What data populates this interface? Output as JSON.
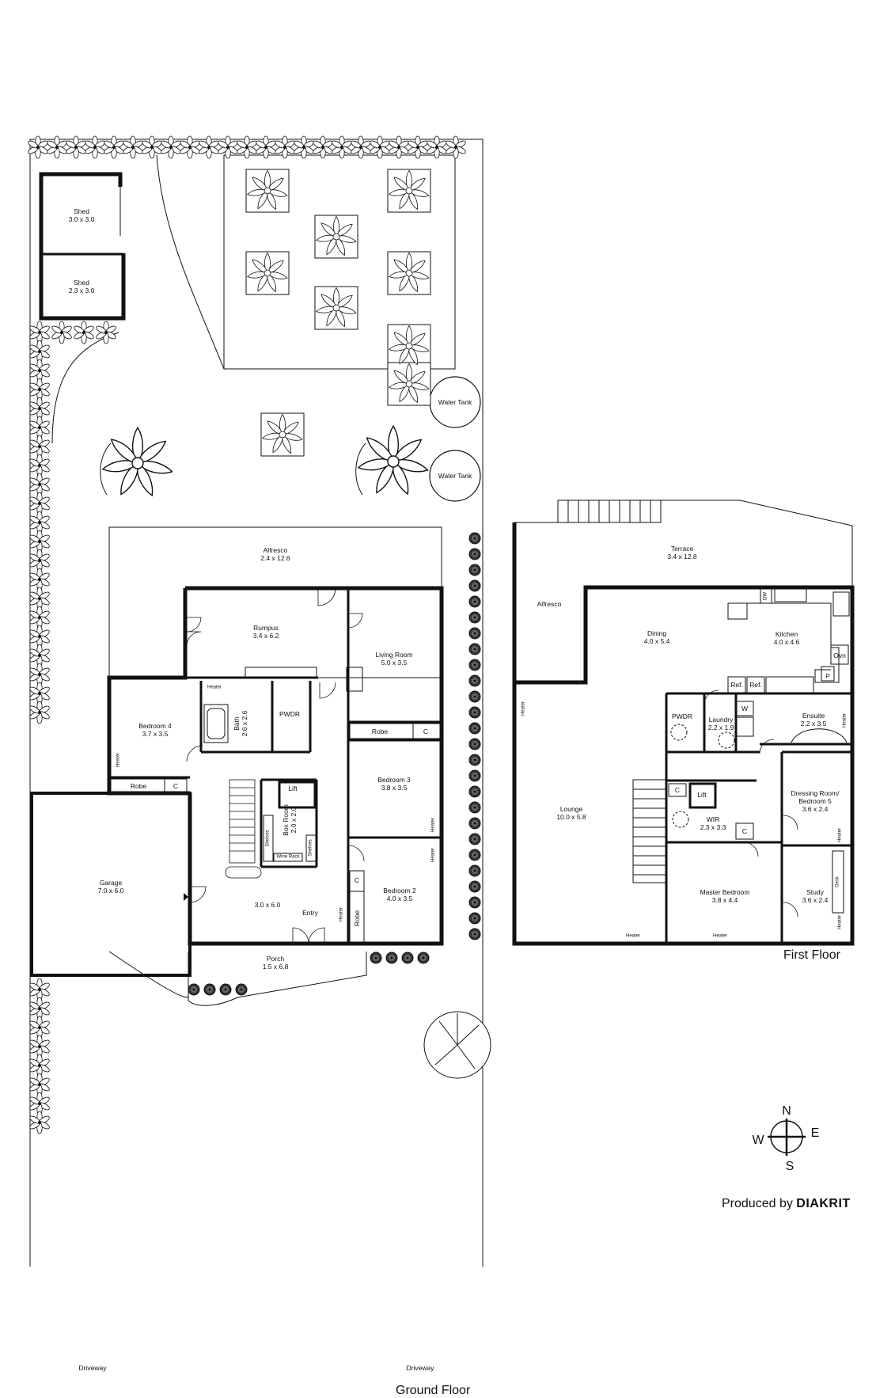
{
  "ground_floor": {
    "title": "Ground Floor",
    "rooms": [
      {
        "name": "Shed",
        "dims": "3.0 x 3.0"
      },
      {
        "name": "Shed",
        "dims": "2.3 x 3.0"
      },
      {
        "name": "Water Tank"
      },
      {
        "name": "Water Tank"
      },
      {
        "name": "Alfresco",
        "dims": "2.4 x 12.6"
      },
      {
        "name": "Rumpus",
        "dims": "3.4 x 6.2"
      },
      {
        "name": "Living Room",
        "dims": "5.0 x 3.5"
      },
      {
        "name": "Bedroom 4",
        "dims": "3.7 x 3.5"
      },
      {
        "name": "Bath",
        "dims": "2.6 x 2.6"
      },
      {
        "name": "PWDR"
      },
      {
        "name": "Bedroom 3",
        "dims": "3.8 x 3.5"
      },
      {
        "name": "Lift"
      },
      {
        "name": "Box Room",
        "dims": "2.0 x 2.0"
      },
      {
        "name": "Garage",
        "dims": "7.0 x 6.0"
      },
      {
        "name": "",
        "dims": "3.0 x 6.0"
      },
      {
        "name": "Bedroom 2",
        "dims": "4.0 x 3.5"
      },
      {
        "name": "Entry"
      },
      {
        "name": "Porch",
        "dims": "1.5 x 6.8"
      }
    ],
    "fixtures": {
      "robe_a": "Robe",
      "c_a": "C",
      "robe_b": "Robe",
      "c_b": "C",
      "robe_c": "Robe",
      "c_c": "C",
      "shelves_a": "Shelves",
      "shelves_b": "Shelves",
      "wine_rack": "Wine Rack",
      "heater": "Heater"
    },
    "driveway": "Driveway"
  },
  "first_floor": {
    "title": "First Floor",
    "rooms": [
      {
        "name": "Terrace",
        "dims": "3.4 x 12.8"
      },
      {
        "name": "Alfresco"
      },
      {
        "name": "Dining",
        "dims": "4.0 x 5.4"
      },
      {
        "name": "Kitchen",
        "dims": "4.0 x 4.6"
      },
      {
        "name": "PWDR"
      },
      {
        "name": "Laundry",
        "dims": "2.2 x 1.9"
      },
      {
        "name": "Ensuite",
        "dims": "2.2 x 3.5"
      },
      {
        "name": "Lounge",
        "dims": "10.0 x 5.8"
      },
      {
        "name": "Lift"
      },
      {
        "name": "WIR",
        "dims": "2.3 x 3.3"
      },
      {
        "name": "Dressing Room/",
        "dims": "Bedroom 5"
      },
      {
        "name": "",
        "dims": "3.6 x 2.4"
      },
      {
        "name": "Master Bedroom",
        "dims": "3.8 x 4.4"
      },
      {
        "name": "Study",
        "dims": "3.6 x 2.4"
      }
    ],
    "fixtures": {
      "dw": "DW",
      "ovn": "Ovn",
      "p": "P",
      "ref_a": "Ref.",
      "ref_b": "Ref.",
      "w": "W",
      "c_a": "C",
      "c_b": "C",
      "desk": "Desk",
      "heater": "Heater"
    }
  },
  "compass": {
    "n": "N",
    "e": "E",
    "s": "S",
    "w": "W"
  },
  "credit": {
    "prefix": "Produced by",
    "brand": "DIAKRIT"
  }
}
